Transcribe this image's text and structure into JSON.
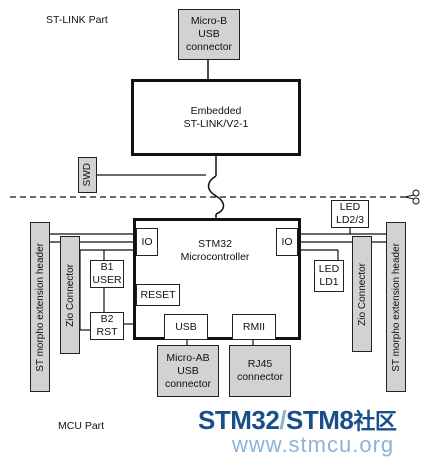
{
  "section_labels": {
    "stlink_part": "ST-LINK Part",
    "mcu_part": "MCU Part"
  },
  "blocks": {
    "micro_b": "Micro-B\nUSB\nconnector",
    "embedded_stlink": "Embedded\nST-LINK/V2-1",
    "swd": "SWD",
    "stm32": "STM32\nMicrocontroller",
    "io_left": "IO",
    "io_right": "IO",
    "b1_user": "B1\nUSER",
    "b2_rst": "B2\nRST",
    "reset": "RESET",
    "usb": "USB",
    "rmii": "RMII",
    "micro_ab": "Micro-AB\nUSB\nconnector",
    "rj45": "RJ45\nconnector",
    "led_ld23": "LED\nLD2/3",
    "led_ld1": "LED\nLD1",
    "zio_left": "Zio Connector",
    "zio_right": "Zio Connector",
    "morpho_left": "ST morpho extension header",
    "morpho_right": "ST morpho extension header"
  },
  "watermark": {
    "line1_a": "STM32",
    "line1_sep": "/",
    "line1_b": "STM8",
    "line1_c": "社区",
    "line2": "www.stmcu.org"
  },
  "colors": {
    "block_grey": "#d2d2d2",
    "watermark_blue": "#1a4e8a",
    "watermark_light": "#8fb2d6"
  }
}
